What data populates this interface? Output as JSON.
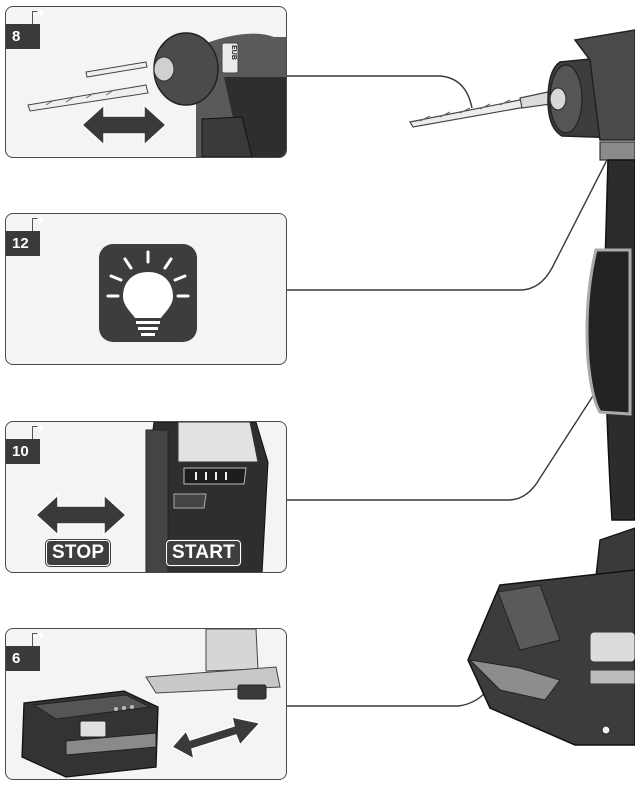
{
  "panels": [
    {
      "number": "8",
      "caption": "bit-chuck"
    },
    {
      "number": "12",
      "caption": "work-light"
    },
    {
      "number": "10",
      "caption": "direction-switch",
      "stop_label": "STOP",
      "start_label": "START"
    },
    {
      "number": "6",
      "caption": "battery-pack"
    }
  ],
  "chuck_mark": "EUB"
}
